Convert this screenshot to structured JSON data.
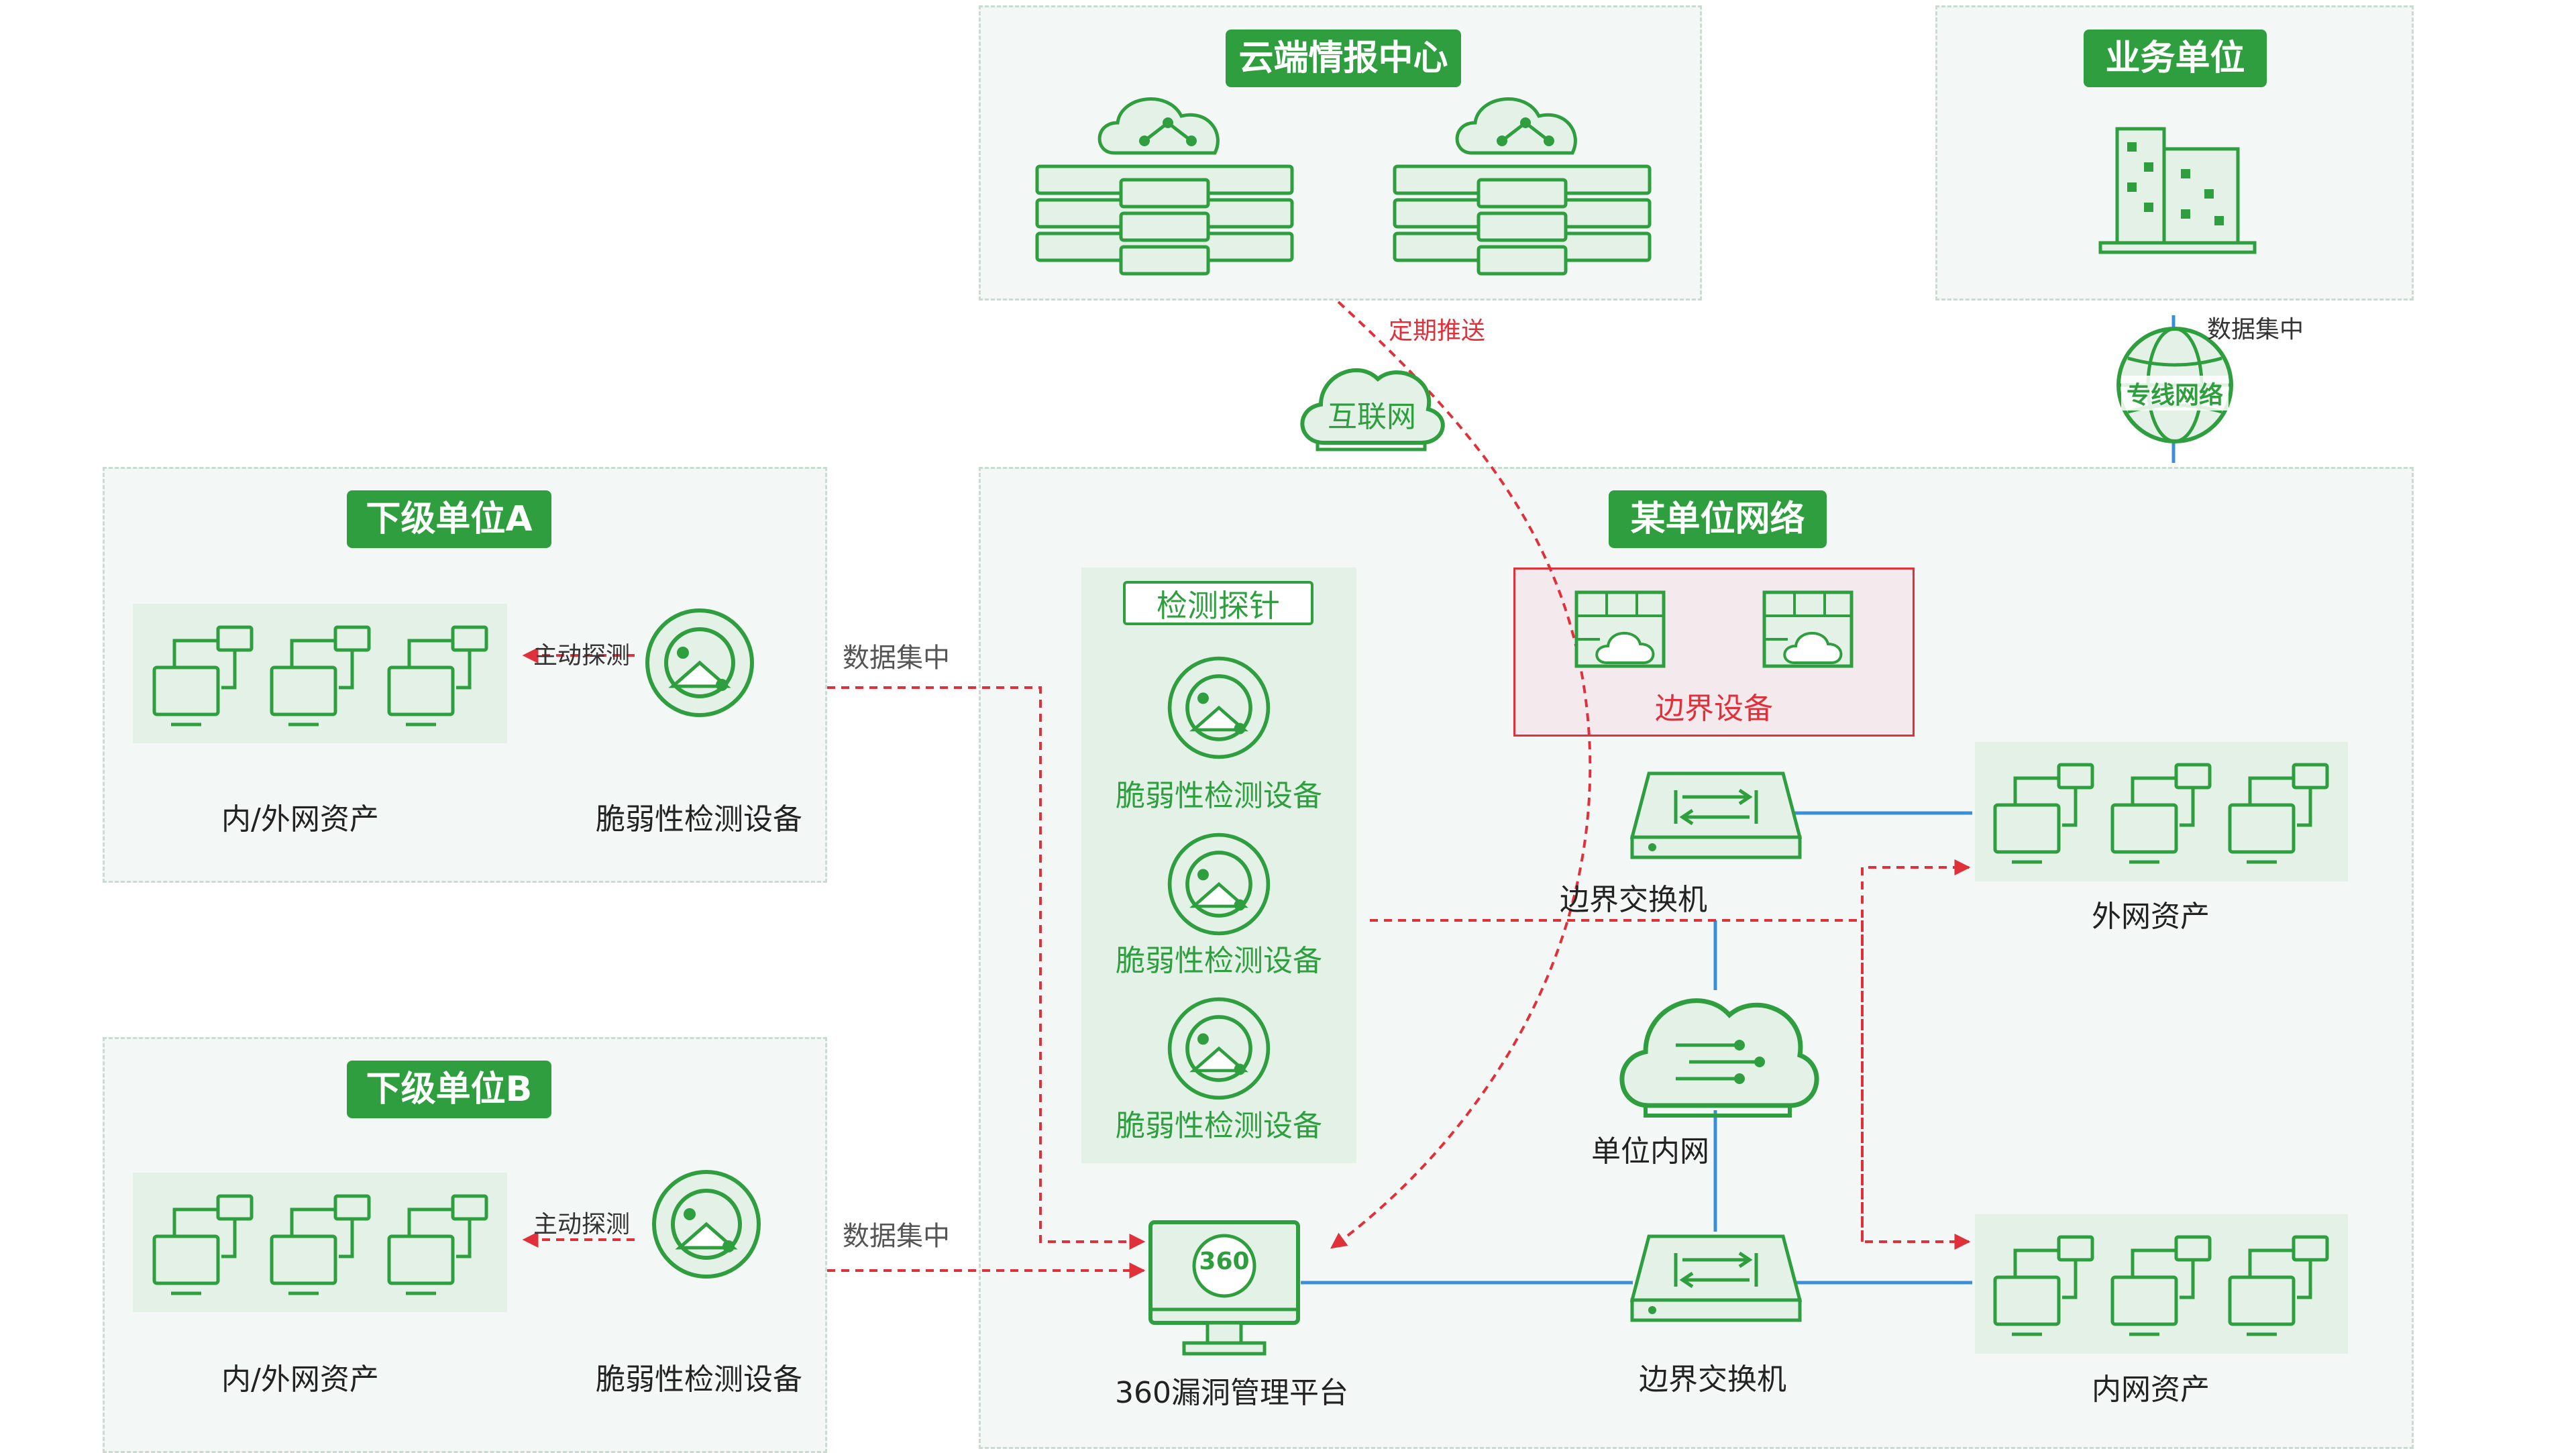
{
  "cloud_center": {
    "title": "云端情报中心"
  },
  "business_unit": {
    "title": "业务单位"
  },
  "unit_network": {
    "title": "某单位网络"
  },
  "sub_a": {
    "title": "下级单位A",
    "assets_label": "内/外网资产",
    "device_label": "脆弱性检测设备",
    "probe_label": "主动探测"
  },
  "sub_b": {
    "title": "下级单位B",
    "assets_label": "内/外网资产",
    "device_label": "脆弱性检测设备",
    "probe_label": "主动探测"
  },
  "labels": {
    "push": "定期推送",
    "internet": "互联网",
    "collect_top": "数据集中",
    "private_net": "专线网络",
    "collect_a": "数据集中",
    "collect_b": "数据集中",
    "border_devices": "边界设备",
    "border_switch_top": "边界交换机",
    "intranet": "单位内网",
    "border_switch_bottom": "边界交换机",
    "platform": "360漏洞管理平台",
    "platform_badge": "360",
    "external_assets": "外网资产",
    "internal_assets": "内网资产"
  },
  "probes": {
    "title": "检测探针",
    "items": [
      "脆弱性检测设备",
      "脆弱性检测设备",
      "脆弱性检测设备"
    ]
  },
  "colors": {
    "green": "#2e9e3f",
    "red_dashed": "#e0313b",
    "blue_line": "#3a8fd8",
    "zone_bg": "#f3f7f5",
    "asset_bg": "#e3f1e6"
  }
}
